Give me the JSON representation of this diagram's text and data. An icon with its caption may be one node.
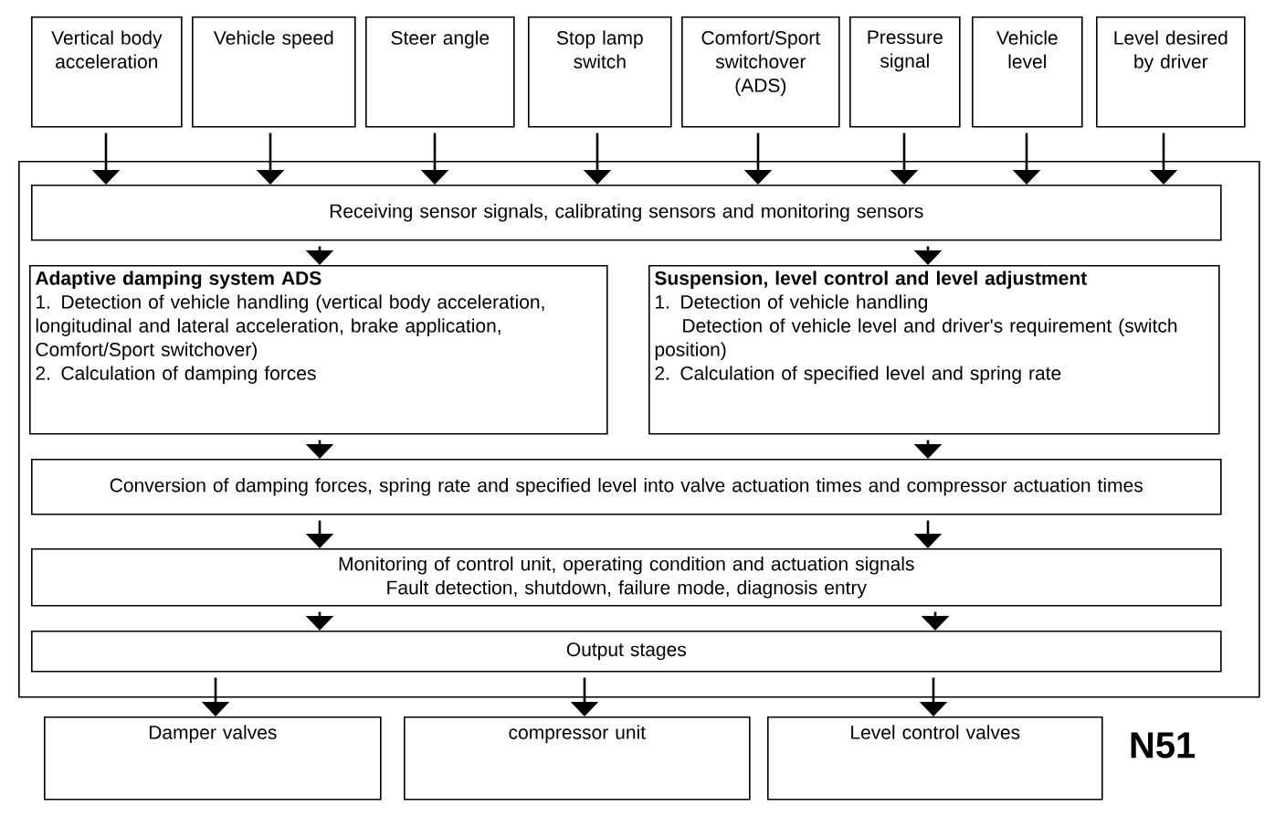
{
  "diagram": {
    "nodes": [
      {
        "text": [
          "Vertical body acceleration"
        ]
      },
      {
        "text": [
          "Vehicle speed"
        ]
      },
      {
        "text": [
          "Steer angle"
        ]
      },
      {
        "text": [
          "Stop lamp switch"
        ]
      },
      {
        "text": [
          "Comfort/Sport switchover (ADS)"
        ]
      },
      {
        "text": [
          "Pressure signal"
        ]
      },
      {
        "text": [
          "Vehicle level"
        ]
      },
      {
        "text": [
          "Level desired by driver"
        ]
      },
      {
        "text": [],
        "shape": "box",
        "beside": [
          "N51"
        ]
      },
      {
        "text": [
          "Receiving sensor signals, calibrating sensors and monitoring sensors"
        ],
        "in": 8
      },
      {
        "text": [
          "Adaptive damping system ADS",
          "1. Detection of vehicle handling (vertical body acceleration, longitudinal and lateral acceleration, brake application, Comfort/Sport switchover)",
          "2. Calculation of damping forces"
        ],
        "in": 8
      },
      {
        "text": [
          "Suspension, level control and level adjustment",
          "1. Detection of vehicle handling",
          "Detection of vehicle level and driver's requirement (switch position)",
          "2. Calculation of specified level and spring rate"
        ],
        "in": 8
      },
      {
        "text": [
          "Conversion of damping forces, spring rate and specified level into valve actuation times and compressor actuation times"
        ],
        "in": 8
      },
      {
        "text": [
          "Monitoring of control unit, operating condition and actuation signals",
          "Fault detection, shutdown, failure mode, diagnosis entry"
        ],
        "in": 8
      },
      {
        "text": [
          "Output stages"
        ],
        "in": 8
      },
      {
        "text": [
          "Damper valves"
        ]
      },
      {
        "text": [
          "compressor unit"
        ]
      },
      {
        "text": [
          "Level control valves"
        ]
      }
    ],
    "edges": [
      {
        "from": 0,
        "to": 9,
        "arrow": "to"
      },
      {
        "from": 1,
        "to": 9,
        "arrow": "to"
      },
      {
        "from": 2,
        "to": 9,
        "arrow": "to"
      },
      {
        "from": 3,
        "to": 9,
        "arrow": "to"
      },
      {
        "from": 4,
        "to": 9,
        "arrow": "to"
      },
      {
        "from": 5,
        "to": 9,
        "arrow": "to"
      },
      {
        "from": 6,
        "to": 9,
        "arrow": "to"
      },
      {
        "from": 7,
        "to": 9,
        "arrow": "to"
      },
      {
        "from": 9,
        "to": 10,
        "arrow": "to"
      },
      {
        "from": 9,
        "to": 11,
        "arrow": "to"
      },
      {
        "from": 10,
        "to": 12,
        "arrow": "to"
      },
      {
        "from": 11,
        "to": 12,
        "arrow": "to"
      },
      {
        "from": 12,
        "to": 13,
        "arrow": "to"
      },
      {
        "from": 12,
        "to": 13,
        "arrow": "to"
      },
      {
        "from": 13,
        "to": 14,
        "arrow": "to"
      },
      {
        "from": 13,
        "to": 14,
        "arrow": "to"
      },
      {
        "from": 14,
        "to": 15,
        "arrow": "to"
      },
      {
        "from": 14,
        "to": 16,
        "arrow": "to"
      },
      {
        "from": 14,
        "to": 17,
        "arrow": "to"
      }
    ]
  }
}
